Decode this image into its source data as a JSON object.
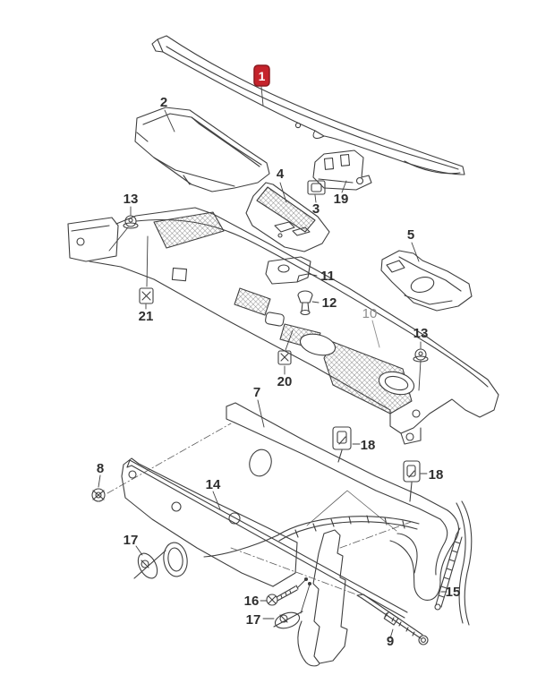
{
  "diagram": {
    "type": "exploded-parts-diagram",
    "background_color": "#ffffff",
    "line_color": "#3f3f3f",
    "muted_color": "#8d8d8d",
    "highlight_badge": {
      "label": "1",
      "fill": "#c5232b",
      "border": "#8c191f",
      "text_color": "#ffffff"
    },
    "callouts": [
      {
        "part": "1",
        "highlighted": true,
        "muted": false
      },
      {
        "part": "2",
        "highlighted": false,
        "muted": false
      },
      {
        "part": "13",
        "highlighted": false,
        "muted": false
      },
      {
        "part": "4",
        "highlighted": false,
        "muted": false
      },
      {
        "part": "19",
        "highlighted": false,
        "muted": false
      },
      {
        "part": "3",
        "highlighted": false,
        "muted": false
      },
      {
        "part": "5",
        "highlighted": false,
        "muted": false
      },
      {
        "part": "11",
        "highlighted": false,
        "muted": false
      },
      {
        "part": "12",
        "highlighted": false,
        "muted": false
      },
      {
        "part": "21",
        "highlighted": false,
        "muted": false
      },
      {
        "part": "10",
        "highlighted": false,
        "muted": true
      },
      {
        "part": "13",
        "highlighted": false,
        "muted": false
      },
      {
        "part": "20",
        "highlighted": false,
        "muted": false
      },
      {
        "part": "7",
        "highlighted": false,
        "muted": false
      },
      {
        "part": "18",
        "highlighted": false,
        "muted": false
      },
      {
        "part": "18",
        "highlighted": false,
        "muted": false
      },
      {
        "part": "8",
        "highlighted": false,
        "muted": false
      },
      {
        "part": "14",
        "highlighted": false,
        "muted": false
      },
      {
        "part": "17",
        "highlighted": false,
        "muted": false
      },
      {
        "part": "16",
        "highlighted": false,
        "muted": false
      },
      {
        "part": "17",
        "highlighted": false,
        "muted": false
      },
      {
        "part": "9",
        "highlighted": false,
        "muted": false
      },
      {
        "part": "15",
        "highlighted": false,
        "muted": false
      }
    ]
  }
}
